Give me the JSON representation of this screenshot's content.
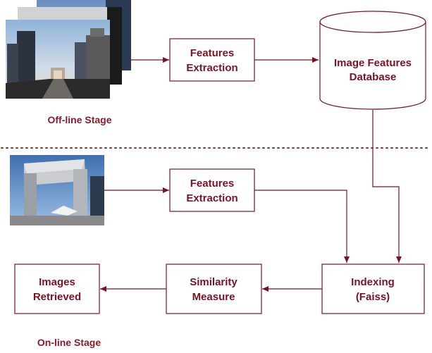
{
  "colors": {
    "stroke": "#7a1424",
    "text": "#7a1424",
    "stage_text": "#8b1a2b",
    "divider": "#7a3a2a"
  },
  "stages": {
    "offline_label": "Off-line Stage",
    "online_label": "On-line Stage"
  },
  "nodes": {
    "features_extraction_offline": {
      "line1": "Features",
      "line2": "Extraction"
    },
    "database": {
      "line1": "Image Features",
      "line2": "Database"
    },
    "features_extraction_online": {
      "line1": "Features",
      "line2": "Extraction"
    },
    "indexing": {
      "line1": "Indexing",
      "line2": "(Faiss)"
    },
    "similarity": {
      "line1": "Similarity",
      "line2": "Measure"
    },
    "retrieved": {
      "line1": "Images",
      "line2": "Retrieved"
    }
  },
  "images": {
    "offline_stack": "photo-stack-city-skyline",
    "online_query": "photo-grande-arche"
  }
}
